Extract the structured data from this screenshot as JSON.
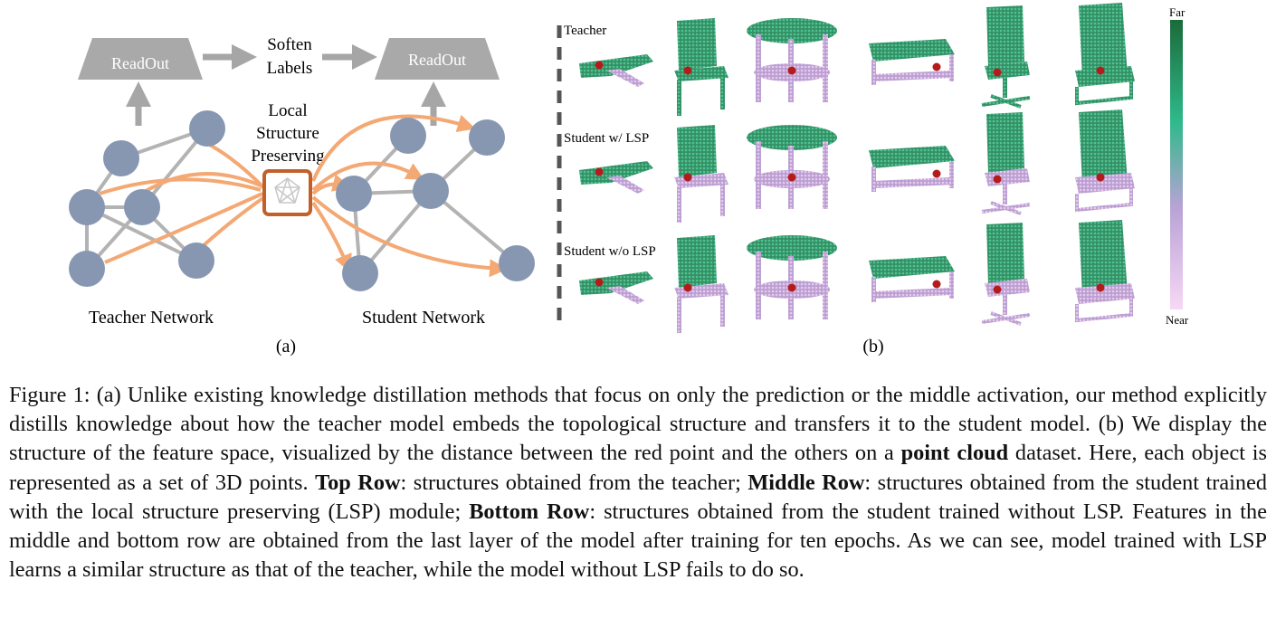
{
  "panel_a": {
    "readout_left": "ReadOut",
    "readout_right": "ReadOut",
    "soften_line1": "Soften",
    "soften_line2": "Labels",
    "lsp_line1": "Local",
    "lsp_line2": "Structure",
    "lsp_line3": "Preserving",
    "teacher_label": "Teacher Network",
    "student_label": "Student Network",
    "sublabel": "(a)"
  },
  "panel_b": {
    "row_labels": [
      "Teacher",
      "Student w/ LSP",
      "Student w/o LSP"
    ],
    "colorbar_top": "Far",
    "colorbar_bottom": "Near",
    "sublabel": "(b)",
    "colors": {
      "far": "#1b6b3a",
      "mid": "#2fb98a",
      "near": "#f7d8f5"
    }
  },
  "caption": {
    "prefix": "Figure 1: (a) Unlike existing knowledge distillation methods that focus on only the prediction or the middle activation, our method explicitly distills knowledge about how the teacher model embeds the topological structure and transfers it to the student model. (b) We display the structure of the feature space, visualized by the distance between the red point and the others on a ",
    "bold1": "point cloud",
    "text2": " dataset. Here, each object is represented as a set of 3D points. ",
    "bold2": "Top Row",
    "text3": ": structures obtained from the teacher; ",
    "bold3": "Middle Row",
    "text4": ": structures obtained from the student trained with the local structure preserving (LSP) module; ",
    "bold4": "Bottom Row",
    "text5": ": structures obtained from the student trained without LSP. Features in the middle and bottom row are obtained from the last layer of the model after training for ten epochs. As we can see, model trained with LSP learns a similar structure as that of the teacher, while the model without LSP fails to do so."
  }
}
